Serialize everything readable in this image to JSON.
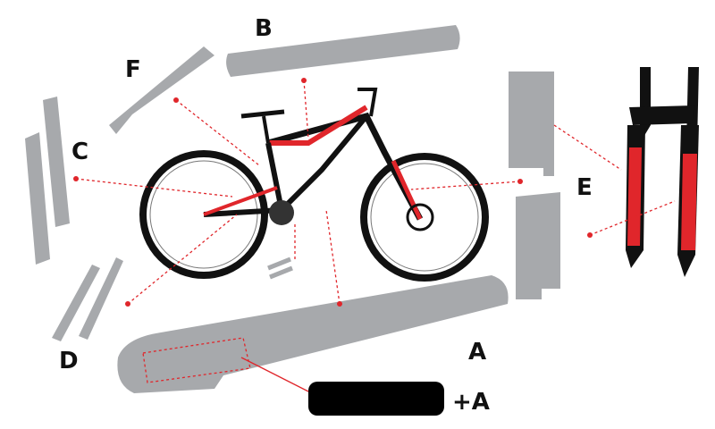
{
  "labels": {
    "a": "A",
    "b": "B",
    "c": "C",
    "d": "D",
    "e": "E",
    "f": "F",
    "plus_a": "+A"
  },
  "colors": {
    "part": "#a7a9ac",
    "accent": "#e0262b",
    "frame": "#111111"
  }
}
